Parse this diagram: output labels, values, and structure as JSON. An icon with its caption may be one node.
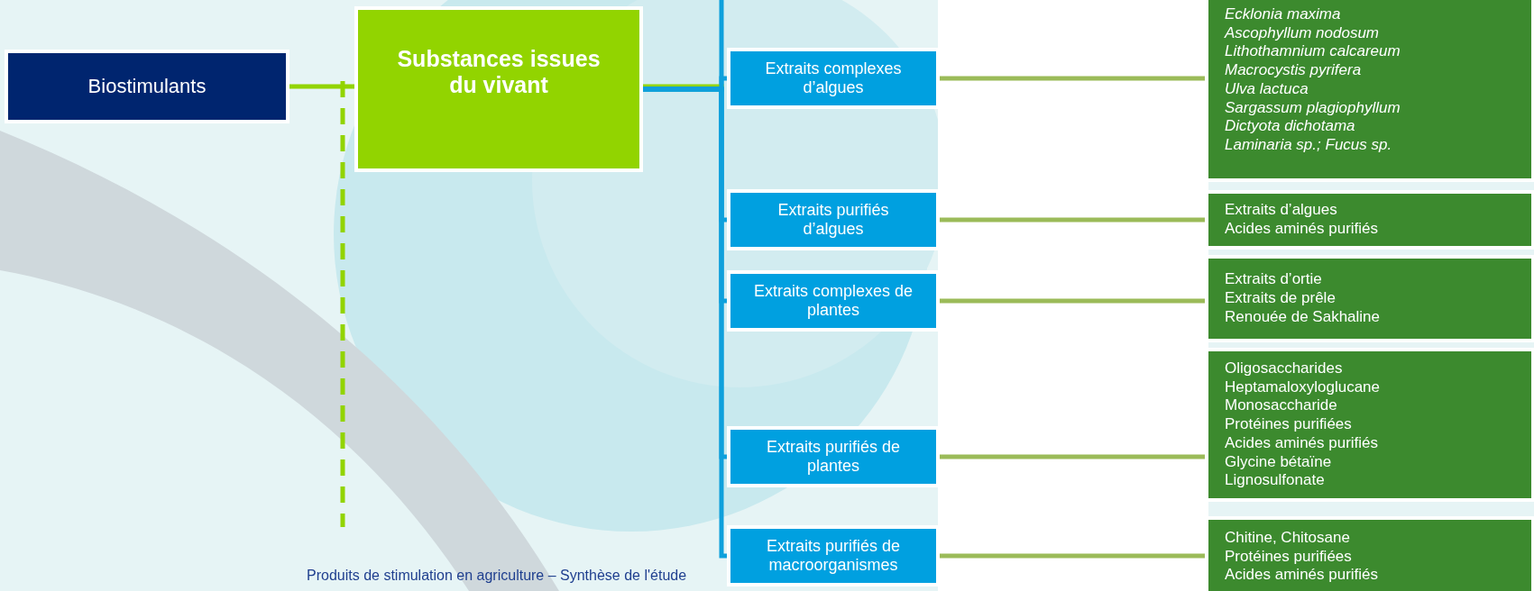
{
  "diagram": {
    "nodes": [
      {
        "text": [
          "Biostimulants"
        ]
      },
      {
        "text": [
          "Substances issues du vivant"
        ]
      },
      {
        "text": [
          "Extraits complexes d’algues"
        ]
      },
      {
        "text": [
          "Extraits purifiés d’algues"
        ]
      },
      {
        "text": [
          "Extraits complexes de plantes"
        ]
      },
      {
        "text": [
          "Extraits purifiés de plantes"
        ]
      },
      {
        "text": [
          "Extraits purifiés de macroorganismes"
        ]
      },
      {
        "text": [
          "Ecklonia maxima",
          "Ascophyllum nodosum",
          "Lithothamnium calcareum",
          "Macrocystis pyrifera",
          "Ulva lactuca",
          "Sargassum plagiophyllum",
          "Dictyota dichotama",
          "Laminaria sp.; Fucus sp."
        ]
      },
      {
        "text": [
          "Extraits d’algues",
          "Acides aminés purifiés"
        ]
      },
      {
        "text": [
          "Extraits d’ortie",
          "Extraits de prêle",
          "Renouée de Sakhaline"
        ]
      },
      {
        "text": [
          "Oligosaccharides",
          "Heptamaloxyloglucane",
          "Monosaccharide",
          "Protéines purifiées",
          "Acides aminés purifiés",
          "Glycine bétaïne",
          "Lignosulfonate"
        ]
      },
      {
        "text": [
          "Chitine, Chitosane",
          "Protéines purifiées",
          "Acides aminés purifiés"
        ]
      }
    ],
    "edges": [
      {
        "from": 0,
        "to": 1,
        "arrow": "none",
        "color": "#92d400"
      },
      {
        "from": 1,
        "to": 2,
        "arrow": "none",
        "color": "#0ea0dc"
      },
      {
        "from": 1,
        "to": 3,
        "arrow": "none",
        "color": "#0ea0dc"
      },
      {
        "from": 1,
        "to": 4,
        "arrow": "none",
        "color": "#0ea0dc"
      },
      {
        "from": 1,
        "to": 5,
        "arrow": "none",
        "color": "#0ea0dc"
      },
      {
        "from": 1,
        "to": 6,
        "arrow": "none",
        "color": "#0ea0dc"
      },
      {
        "from": 2,
        "to": 7,
        "arrow": "none",
        "color": "#9bbb59"
      },
      {
        "from": 3,
        "to": 8,
        "arrow": "none",
        "color": "#9bbb59"
      },
      {
        "from": 4,
        "to": 9,
        "arrow": "none",
        "color": "#9bbb59"
      },
      {
        "from": 5,
        "to": 10,
        "arrow": "none",
        "color": "#9bbb59"
      },
      {
        "from": 6,
        "to": 11,
        "arrow": "none",
        "color": "#9bbb59"
      }
    ],
    "labels": [
      "Produits de stimulation en agriculture – Synthèse de l'étude"
    ]
  }
}
